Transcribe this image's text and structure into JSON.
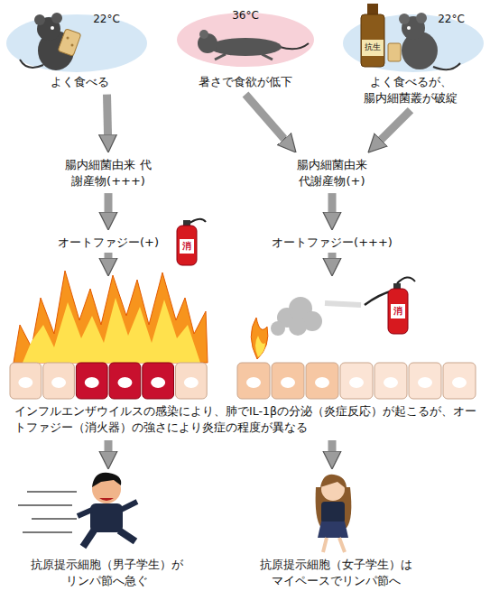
{
  "diagram": {
    "nodes": [
      {
        "text": [
          "よく食べる"
        ]
      },
      {
        "text": [
          "暑さで食欲が低下"
        ]
      },
      {
        "text": [
          "よく食べるが、 腸内細菌叢が破綻"
        ]
      },
      {
        "text": [
          "腸内細菌由来 代謝産物(+++)"
        ]
      },
      {
        "text": [
          "腸内細菌由来 代謝産物(+)"
        ]
      },
      {
        "text": [
          "オートファジー(+)"
        ]
      },
      {
        "text": [
          "オートファジー(+++)"
        ]
      },
      {
        "text": [
          "抗原提示細胞（男子学生）が リンパ節へ急ぐ"
        ]
      },
      {
        "text": [
          "抗原提示細胞（女子学生）は マイペースでリンパ節へ"
        ]
      }
    ],
    "edges": [
      {
        "from": 0,
        "to": 3,
        "arrow": "to"
      },
      {
        "from": 1,
        "to": 4,
        "arrow": "to"
      },
      {
        "from": 2,
        "to": 4,
        "arrow": "to"
      },
      {
        "from": 3,
        "to": 5,
        "arrow": "to"
      },
      {
        "from": 4,
        "to": 6,
        "arrow": "to"
      }
    ],
    "labels": [
      "22°C",
      "36°C",
      "22°C",
      "抗生",
      "消",
      "消",
      "インフルエンザウイルスの感染により、肺でIL-1βの分泌（炎症反応）が起こるが、オートファジー（消火器）の強さにより炎症の程度が異なる"
    ]
  }
}
